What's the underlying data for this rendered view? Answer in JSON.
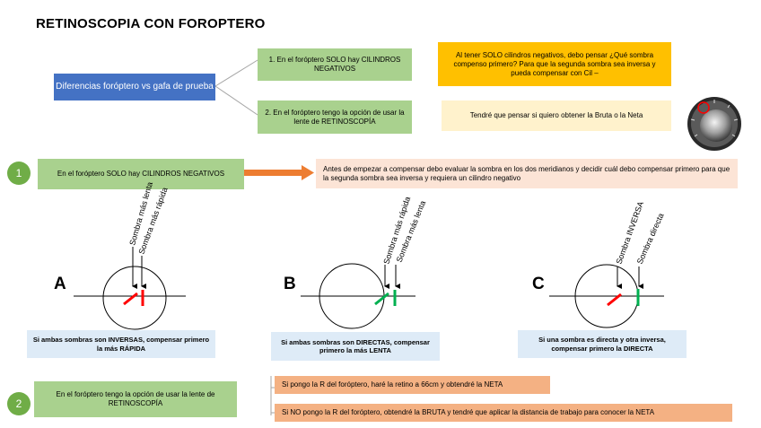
{
  "title": "RETINOSCOPIA CON FOROPTERO",
  "top_section": {
    "diff_box": "Diferencias foróptero vs gafa de prueba",
    "point1": "1. En el foróptero SOLO hay CILINDROS NEGATIVOS",
    "point1_note": "Al tener SOLO cilindros negativos, debo pensar ¿Qué sombra compenso primero? Para que la segunda sombra sea inversa y pueda compensar con Cil –",
    "point2": "2. En el foróptero tengo la opción de usar la lente de RETINOSCOPÍA",
    "point2_note": "Tendré que pensar si quiero obtener la Bruta o la Neta"
  },
  "section1": {
    "number": "1",
    "label": "En el foróptero SOLO hay CILINDROS NEGATIVOS",
    "note": "Antes de empezar a compensar debo evaluar la sombra en los dos meridianos y decidir cuál debo compensar primero para que la segunda sombra sea inversa y requiera un cilindro negativo"
  },
  "cases": [
    {
      "letter": "A",
      "label1": "Sombra más lenta",
      "label2": "Sombra más rápida",
      "caption": "Si ambas sombras son INVERSAS, compensar primero la más RÁPIDA"
    },
    {
      "letter": "B",
      "label1": "Sombra más rápida",
      "label2": "Sombra más lenta",
      "caption": "Si ambas sombras son DIRECTAS, compensar primero la más LENTA"
    },
    {
      "letter": "C",
      "label1": "Sombra INVERSA",
      "label2": "Sombra directa",
      "caption": "Si una sombra es directa y otra inversa, compensar primero la DIRECTA"
    }
  ],
  "colors": {
    "inverse": "#ff0000",
    "direct": "#00b050",
    "arrow": "#ed7d31"
  },
  "section2": {
    "number": "2",
    "label": "En el foróptero tengo la opción de usar la lente de RETINOSCOPÍA",
    "option1": "Si pongo la R del foróptero, haré la retino a 66cm y obtendré la NETA",
    "option2": "Si NO pongo la R del foróptero, obtendré la BRUTA y tendré que aplicar la distancia de trabajo para conocer la NETA"
  }
}
